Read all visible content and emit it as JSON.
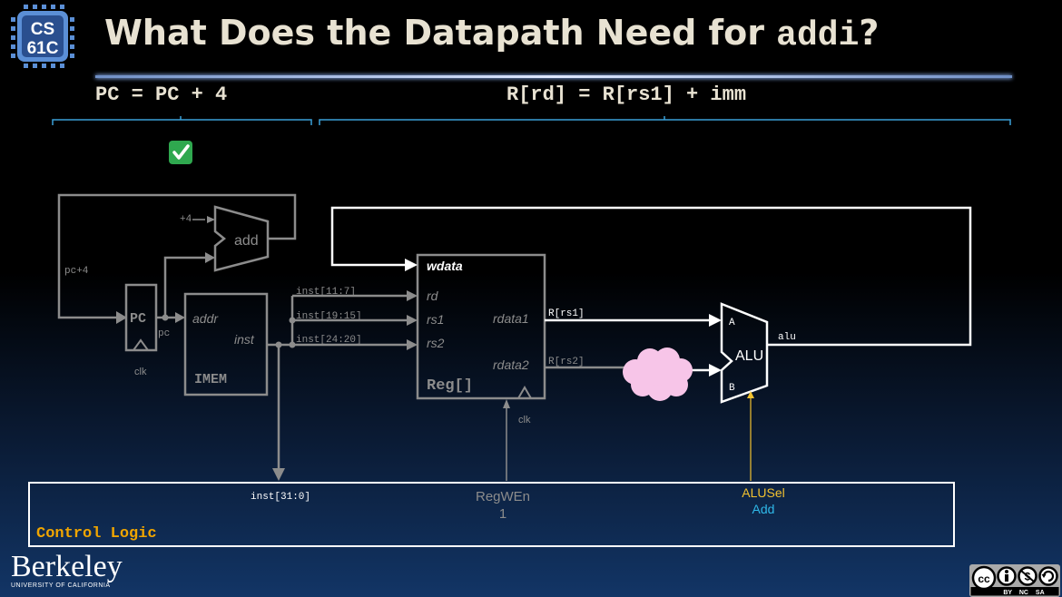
{
  "title": {
    "prefix": "What Does the Datapath Need for ",
    "code": "addi",
    "suffix": "?"
  },
  "logo": {
    "line1": "CS",
    "line2": "61C"
  },
  "equations": {
    "pc_update": "PC = PC + 4",
    "reg_update": "R[rd] = R[rs1] + imm"
  },
  "check_icon": "✅",
  "datapath": {
    "adder_const": "+4",
    "adder_label": "add",
    "pc_plus4": "pc+4",
    "pc_box": "PC",
    "pc_wire": "pc",
    "clk": "clk",
    "imem_addr": "addr",
    "imem_inst": "inst",
    "imem_label": "IMEM",
    "inst_rd": "inst[11:7]",
    "inst_rs1": "inst[19:15]",
    "inst_rs2": "inst[24:20]",
    "reg_wdata": "wdata",
    "reg_rd": "rd",
    "reg_rs1": "rs1",
    "reg_rs2": "rs2",
    "reg_rdata1": "rdata1",
    "reg_rdata2": "rdata2",
    "reg_label": "Reg[]",
    "reg_clk": "clk",
    "r_rs1": "R[rs1]",
    "r_rs2": "R[rs2]",
    "alu_a": "A",
    "alu_b": "B",
    "alu_label": "ALU",
    "alu_out": "alu"
  },
  "control": {
    "inst_label": "inst[31:0]",
    "regwen_label": "RegWEn",
    "regwen_value": "1",
    "alusel_label": "ALUSel",
    "alusel_value": "Add",
    "box_label": "Control Logic"
  },
  "footer": {
    "berkeley": "Berkeley",
    "berkeley_sub": "UNIVERSITY OF CALIFORNIA",
    "license": "BY NC SA"
  },
  "colors": {
    "gray": "#8c8c8c",
    "white": "#ffffff",
    "yellow": "#f2c230",
    "cyan": "#2fb8e8",
    "control_yellow": "#f0a500",
    "cloud": "#f7c5e8"
  }
}
